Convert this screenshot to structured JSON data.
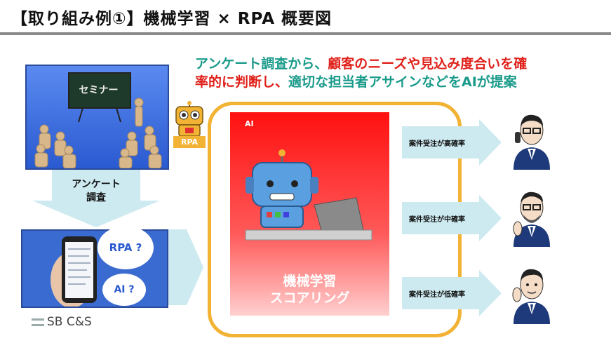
{
  "header": {
    "title": "【取り組み例①】機械学習 × RPA 概要図"
  },
  "tagline": {
    "line1_a": "アンケート調査から、",
    "line1_b": "顧客のニーズや見込み度合いを確",
    "line2_a": "率的に判断し、",
    "line2_b": "適切な担当者アサインなどをAIが提案"
  },
  "seminar": {
    "board_text": "セミナー"
  },
  "survey": {
    "arrow_label": "アンケート\n調査"
  },
  "phone": {
    "bubble1": "RPA ?",
    "bubble2": "AI ?"
  },
  "rpa": {
    "label": "RPA"
  },
  "ai": {
    "panel_label": "AI",
    "line1": "機械学習",
    "line2": "スコアリング"
  },
  "outcomes": [
    {
      "label": "案件受注が高確率"
    },
    {
      "label": "案件受注が中確率"
    },
    {
      "label": "案件受注が低確率"
    }
  ],
  "footer": {
    "logo": "SB C&S"
  },
  "colors": {
    "teal": "#1a9a8a",
    "red": "#e0201a",
    "orange_frame": "#f2b233",
    "arrow": "#cdeaf0"
  }
}
